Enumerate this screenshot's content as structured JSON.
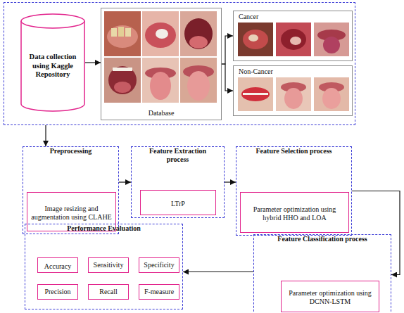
{
  "diagram": {
    "nodes": [
      {
        "text": []
      },
      {
        "text": [
          "Data collection using Kaggle Repository"
        ],
        "in": 0
      },
      {
        "text": [
          "Database"
        ],
        "in": 0
      },
      {
        "text": [
          "Cancer"
        ],
        "in": 0
      },
      {
        "text": [
          "Non-Cancer"
        ],
        "in": 0
      },
      {
        "text": [
          "Preprocessing"
        ]
      },
      {
        "text": [
          "Image resizing and augmentation using CLAHE"
        ],
        "in": 5
      },
      {
        "text": [
          "Feature Extraction process"
        ]
      },
      {
        "text": [
          "LTrP"
        ],
        "in": 7
      },
      {
        "text": [
          "Feature Selection process"
        ]
      },
      {
        "text": [
          "Parameter optimization using hybrid HHO and LOA"
        ],
        "in": 9
      },
      {
        "text": [
          "Performance Evaluation"
        ]
      },
      {
        "text": [
          "Accuracy"
        ],
        "in": 11
      },
      {
        "text": [
          "Sensitivity"
        ],
        "in": 11
      },
      {
        "text": [
          "Specificity"
        ],
        "in": 11
      },
      {
        "text": [
          "Precision"
        ],
        "in": 11
      },
      {
        "text": [
          "Recall"
        ],
        "in": 11
      },
      {
        "text": [
          "F-measure"
        ],
        "in": 11
      },
      {
        "text": [
          "Feature Classification process"
        ]
      },
      {
        "text": [
          "Parameter optimization using DCNN-LSTM"
        ],
        "in": 18
      }
    ],
    "edges": [
      {
        "from": 1,
        "to": 2,
        "arrow": "to"
      },
      {
        "from": 2,
        "to": 3,
        "arrow": "to"
      },
      {
        "from": 2,
        "to": 4,
        "arrow": "to"
      },
      {
        "from": 0,
        "to": 5,
        "arrow": "to"
      },
      {
        "from": 5,
        "to": 7,
        "arrow": "to"
      },
      {
        "from": 7,
        "to": 9,
        "arrow": "to"
      },
      {
        "from": 9,
        "to": 18,
        "arrow": "to"
      },
      {
        "from": 18,
        "to": 11,
        "arrow": "to"
      }
    ]
  }
}
